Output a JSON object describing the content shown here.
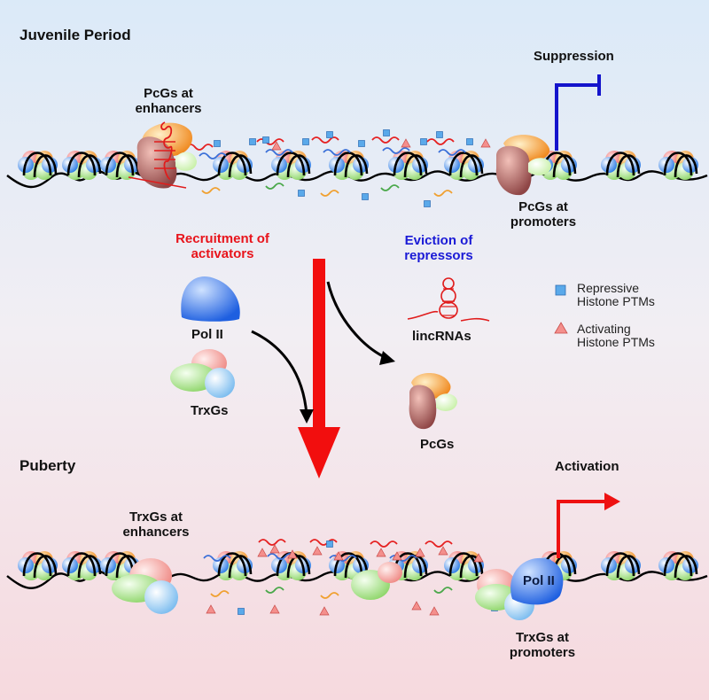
{
  "juvenile": {
    "title": "Juvenile Period",
    "enhancer_label": "PcGs at\nenhancers",
    "promoter_label": "PcGs at\npromoters",
    "state_label": "Suppression"
  },
  "transition": {
    "recruitment_label": "Recruitment of\nactivators",
    "eviction_label": "Eviction of\nrepressors",
    "pol2_label": "Pol II",
    "trxgs_label": "TrxGs",
    "lincrnas_label": "lincRNAs",
    "pcgs_label": "PcGs"
  },
  "legend": {
    "repressive": "Repressive\nHistone PTMs",
    "activating": "Activating\nHistone PTMs"
  },
  "puberty": {
    "title": "Puberty",
    "enhancer_label": "TrxGs at\nenhancers",
    "promoter_label": "TrxGs at\npromoters",
    "state_label": "Activation",
    "pol2_inline": "Pol II"
  },
  "colors": {
    "bg_top": "#dcebf8",
    "bg_bottom": "#f8dfe4",
    "repress_blue": "#1414cc",
    "activate_red": "#ee1111",
    "pol2_blue": "#2f73ee",
    "pcg_orange": "#f7a23a",
    "pcg_brown": "#a85a58",
    "trx_pink": "#f29b97",
    "trx_green": "#bfee9f",
    "trx_lightblue": "#9fd3f3"
  }
}
